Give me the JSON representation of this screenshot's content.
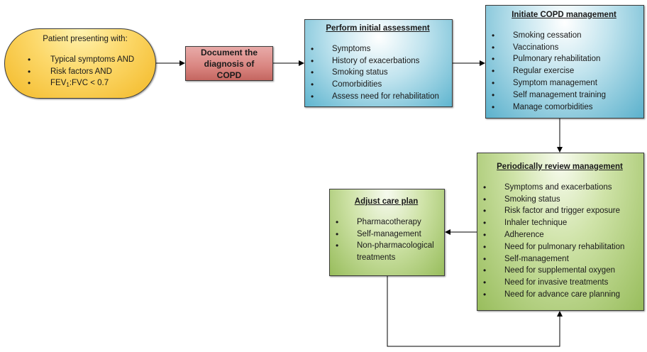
{
  "nodes": {
    "patient": {
      "title": "Patient presenting with:",
      "items": [
        "Typical symptoms AND",
        "Risk factors AND"
      ],
      "fev_prefix": "FEV",
      "fev_subscript": "1",
      "fev_suffix": ":FVC < 0.7"
    },
    "document": {
      "label": "Document the diagnosis of  COPD"
    },
    "assess": {
      "title": "Perform initial assessment",
      "items": [
        "Symptoms",
        "History of exacerbations",
        "Smoking status",
        "Comorbidities",
        "Assess need for rehabilitation"
      ]
    },
    "initiate": {
      "title": "Initiate COPD management",
      "items": [
        "Smoking cessation",
        "Vaccinations",
        "Pulmonary rehabilitation",
        "Regular exercise",
        "Symptom management",
        "Self management training",
        "Manage comorbidities"
      ]
    },
    "review": {
      "title": "Periodically review management",
      "items": [
        "Symptoms and exacerbations",
        "Smoking status",
        "Risk factor and trigger exposure",
        "Inhaler technique",
        "Adherence",
        "Need for pulmonary rehabilitation",
        "Self-management",
        "Need for supplemental oxygen",
        "Need for invasive treatments",
        "Need for advance care planning"
      ]
    },
    "adjust": {
      "title": "Adjust care plan",
      "items": [
        "Pharmacotherapy",
        "Self-management",
        "Non-pharmacological treatments"
      ]
    }
  },
  "edges": [
    {
      "from": "patient",
      "to": "document"
    },
    {
      "from": "document",
      "to": "assess"
    },
    {
      "from": "assess",
      "to": "initiate"
    },
    {
      "from": "initiate",
      "to": "review"
    },
    {
      "from": "review",
      "to": "adjust"
    },
    {
      "from": "adjust",
      "to": "review"
    }
  ],
  "colors": {
    "patient": "#f7c948",
    "document": "#d98580",
    "assessment": "#6fbcd4",
    "review": "#a8c770",
    "line": "#000000"
  }
}
